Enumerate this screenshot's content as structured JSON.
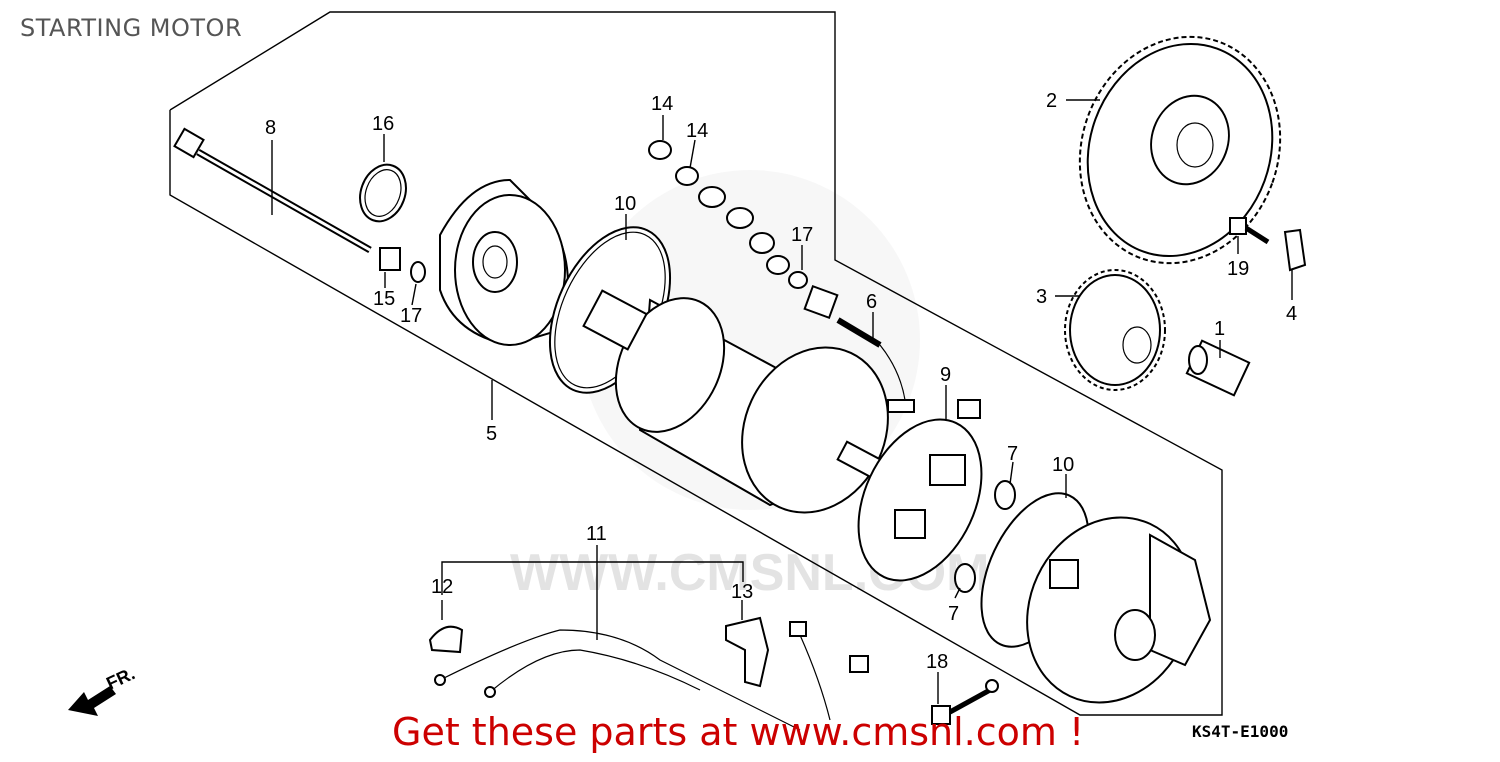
{
  "header": {
    "title": "STARTING MOTOR"
  },
  "diagram": {
    "code": "KS4T-E1000",
    "direction_label": "FR.",
    "watermark": "WWW.CMSNL.COM",
    "callouts": [
      {
        "id": "c8",
        "text": "8"
      },
      {
        "id": "c16",
        "text": "16"
      },
      {
        "id": "c14a",
        "text": "14"
      },
      {
        "id": "c14b",
        "text": "14"
      },
      {
        "id": "c10a",
        "text": "10"
      },
      {
        "id": "c17a",
        "text": "17"
      },
      {
        "id": "c15",
        "text": "15"
      },
      {
        "id": "c17b",
        "text": "17"
      },
      {
        "id": "c5",
        "text": "5"
      },
      {
        "id": "c6",
        "text": "6"
      },
      {
        "id": "c9",
        "text": "9"
      },
      {
        "id": "c7a",
        "text": "7"
      },
      {
        "id": "c10b",
        "text": "10"
      },
      {
        "id": "c7b",
        "text": "7"
      },
      {
        "id": "c2",
        "text": "2"
      },
      {
        "id": "c19",
        "text": "19"
      },
      {
        "id": "c4",
        "text": "4"
      },
      {
        "id": "c3",
        "text": "3"
      },
      {
        "id": "c1",
        "text": "1"
      },
      {
        "id": "c11",
        "text": "11"
      },
      {
        "id": "c12",
        "text": "12"
      },
      {
        "id": "c13",
        "text": "13"
      },
      {
        "id": "c18",
        "text": "18"
      }
    ]
  },
  "footer": {
    "cta": "Get these parts at www.cmsnl.com !"
  }
}
